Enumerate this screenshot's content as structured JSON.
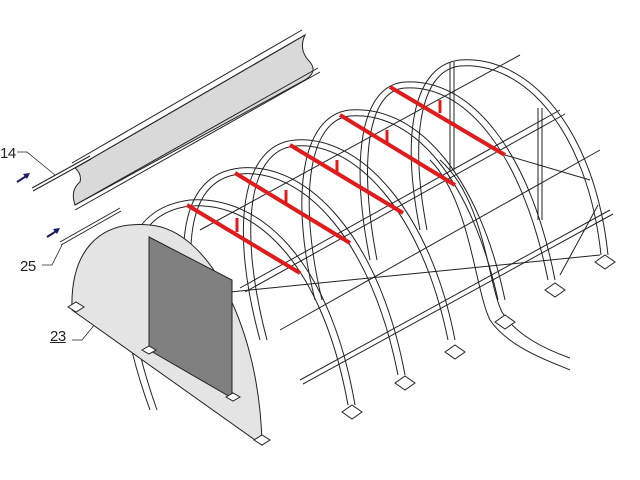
{
  "diagram": {
    "type": "exploded assembly drawing",
    "subject": "Arched tunnel shelter frame with end wall, cover panel and ridge bars",
    "callouts": [
      {
        "id": "14",
        "label": "14",
        "points_to": "rod / tube inserted into cover edge pocket"
      },
      {
        "id": "25",
        "label": "25",
        "points_to": "rod / tube inserted into lower cover edge"
      },
      {
        "id": "23",
        "label": "23",
        "points_to": "front end wall panel"
      }
    ],
    "colors": {
      "outline": "#222222",
      "cover_panel": "#d9d9d9",
      "end_wall": "#e4e4e4",
      "door": "#808080",
      "highlight_bars": "#e01b1b",
      "insert_arrows": "#1a1a66"
    },
    "components": {
      "arches_count": 7,
      "highlighted_ridge_bars_count": 5,
      "base_plates_visible": 8,
      "end_wall_has_door": true
    }
  }
}
